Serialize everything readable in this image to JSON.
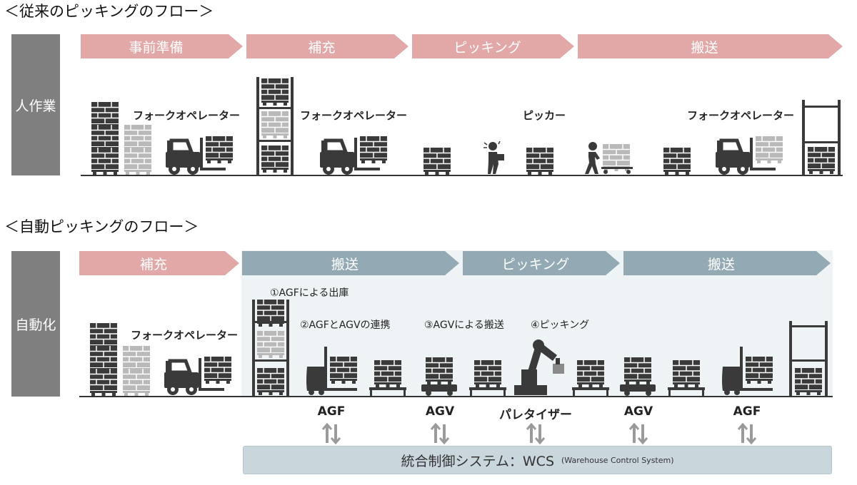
{
  "sections": {
    "conventional_title": "＜従来のピッキングのフロー＞",
    "automated_title": "＜自動ピッキングのフロー＞"
  },
  "conventional": {
    "side_label": "人作業",
    "steps": [
      "事前準備",
      "補充",
      "ピッキング",
      "搬送"
    ],
    "roles": [
      "フォークオペレーター",
      "フォークオペレーター",
      "ピッカー",
      "フォークオペレーター"
    ]
  },
  "automated": {
    "side_label": "自動化",
    "steps": [
      "補充",
      "搬送",
      "ピッキング",
      "搬送"
    ],
    "role": "フォークオペレーター",
    "substeps": [
      "①AGFによる出庫",
      "②AGFとAGVの連携",
      "③AGVによる搬送",
      "④ピッキング"
    ],
    "equipment": [
      "AGF",
      "AGV",
      "パレタイザー",
      "AGV",
      "AGF"
    ]
  },
  "wcs": {
    "main": "統合制御システム：WCS",
    "sub": "(Warehouse Control System)"
  },
  "colors": {
    "pink_arrow": "#e2a8a7",
    "blue_arrow": "#93aab4",
    "side_label_bg": "#7f7f7f",
    "wcs_bg": "#c9d6dc",
    "blue_area": "#eef4f6",
    "cargo_dark": "#3a3a3a",
    "cargo_light": "#b9b9b9"
  },
  "icons": [
    "pallet-stack-icon",
    "forklift-icon",
    "rack-icon",
    "picker-person-icon",
    "cart-person-icon",
    "agf-icon",
    "agv-icon",
    "robot-arm-icon",
    "exchange-arrows-icon"
  ]
}
